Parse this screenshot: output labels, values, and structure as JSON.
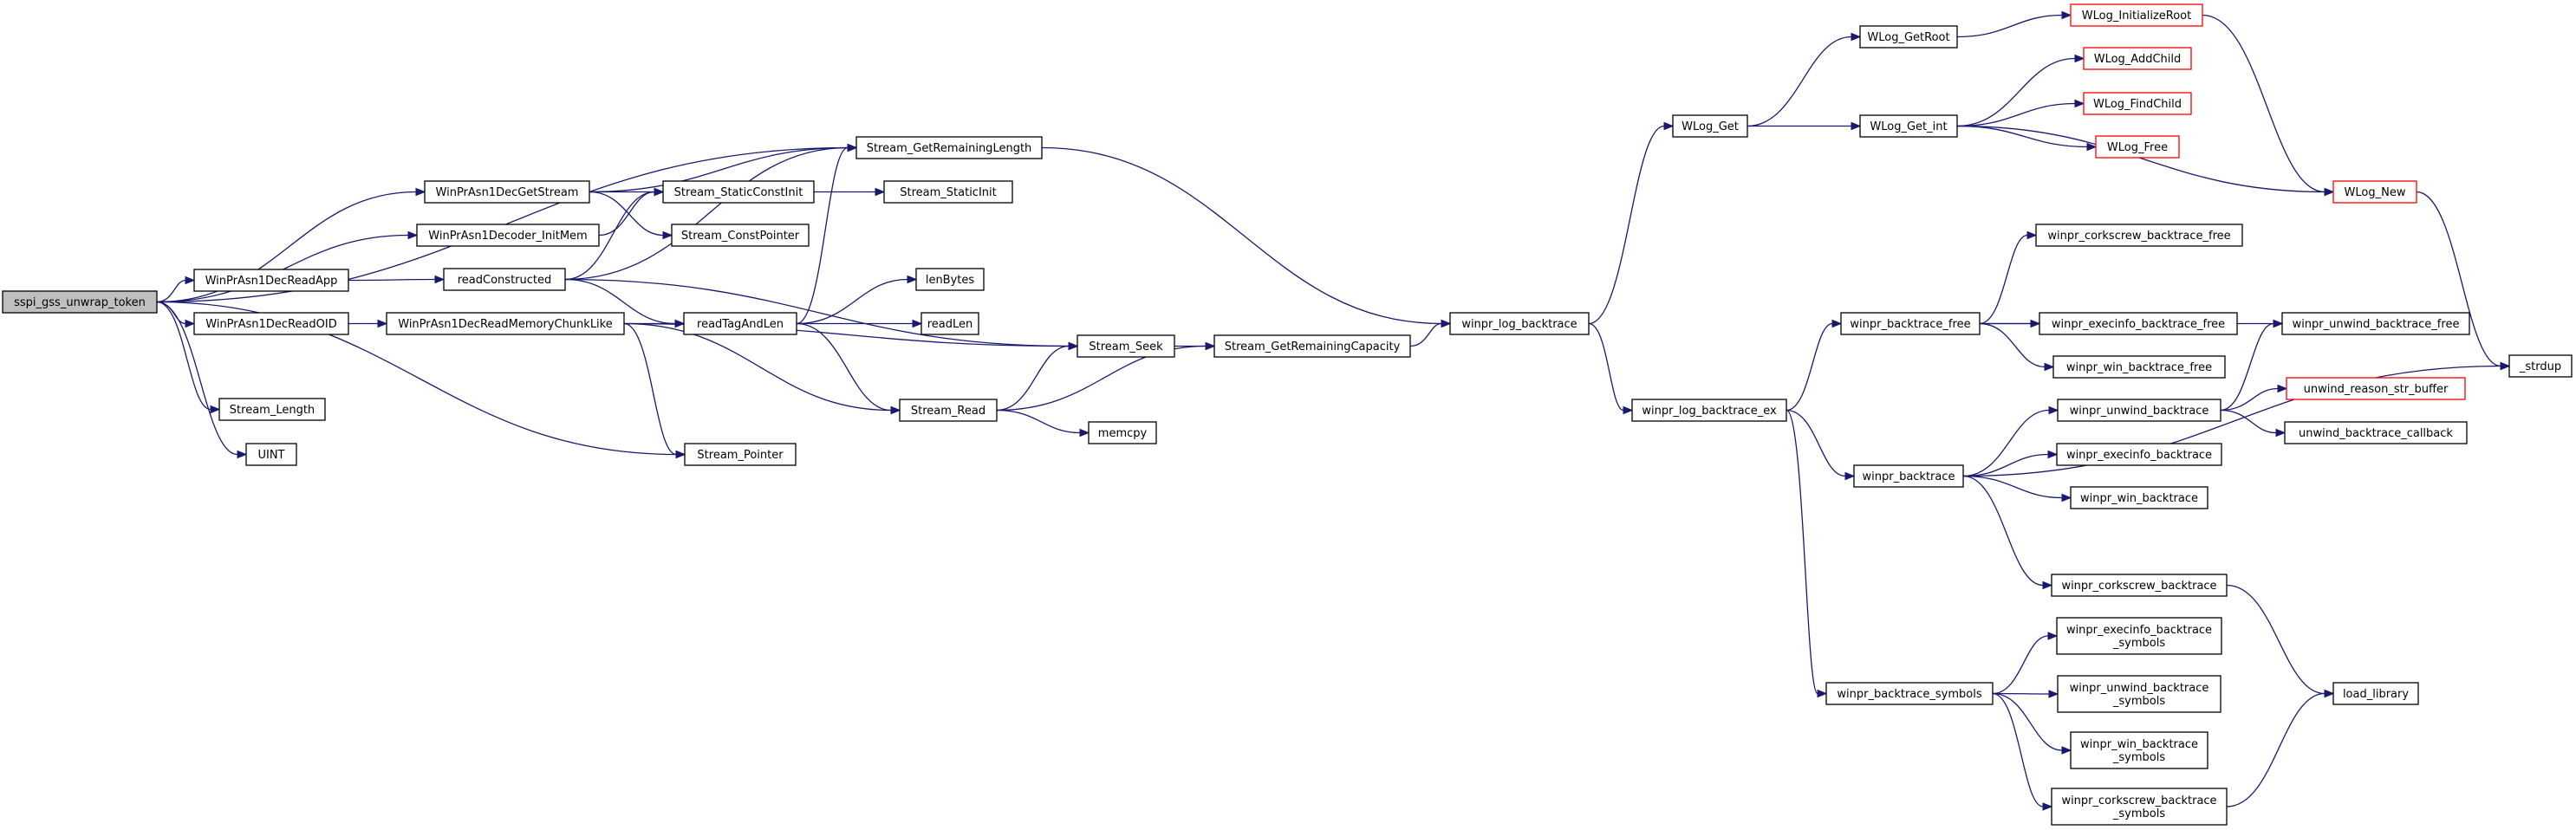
{
  "colors": {
    "edge": "#191970",
    "node_border": "#000000",
    "node_border_truncated": "#ff0000",
    "root_fill": "#bfbfbf",
    "node_fill": "#ffffff"
  },
  "nodes": [
    {
      "id": "sspi_gss_unwrap_token",
      "lines": [
        "sspi_gss_unwrap_token"
      ],
      "root": true
    },
    {
      "id": "Stream_GetRemainingLength",
      "lines": [
        "Stream_GetRemainingLength"
      ]
    },
    {
      "id": "WinPrAsn1DecGetStream",
      "lines": [
        "WinPrAsn1DecGetStream"
      ]
    },
    {
      "id": "WinPrAsn1Decoder_InitMem",
      "lines": [
        "WinPrAsn1Decoder_InitMem"
      ]
    },
    {
      "id": "WinPrAsn1DecReadApp",
      "lines": [
        "WinPrAsn1DecReadApp"
      ]
    },
    {
      "id": "WinPrAsn1DecReadOID",
      "lines": [
        "WinPrAsn1DecReadOID"
      ]
    },
    {
      "id": "Stream_Length",
      "lines": [
        "Stream_Length"
      ]
    },
    {
      "id": "UINT",
      "lines": [
        "UINT"
      ]
    },
    {
      "id": "Stream_StaticConstInit",
      "lines": [
        "Stream_StaticConstInit"
      ]
    },
    {
      "id": "Stream_ConstPointer",
      "lines": [
        "Stream_ConstPointer"
      ]
    },
    {
      "id": "readConstructed",
      "lines": [
        "readConstructed"
      ]
    },
    {
      "id": "WinPrAsn1DecReadMemoryChunkLike",
      "lines": [
        "WinPrAsn1DecReadMemoryChunkLike"
      ]
    },
    {
      "id": "readTagAndLen",
      "lines": [
        "readTagAndLen"
      ]
    },
    {
      "id": "Stream_Pointer",
      "lines": [
        "Stream_Pointer"
      ]
    },
    {
      "id": "Stream_StaticInit",
      "lines": [
        "Stream_StaticInit"
      ]
    },
    {
      "id": "lenBytes",
      "lines": [
        "lenBytes"
      ]
    },
    {
      "id": "readLen",
      "lines": [
        "readLen"
      ]
    },
    {
      "id": "Stream_Seek",
      "lines": [
        "Stream_Seek"
      ]
    },
    {
      "id": "Stream_Read",
      "lines": [
        "Stream_Read"
      ]
    },
    {
      "id": "memcpy",
      "lines": [
        "memcpy"
      ]
    },
    {
      "id": "Stream_GetRemainingCapacity",
      "lines": [
        "Stream_GetRemainingCapacity"
      ]
    },
    {
      "id": "winpr_log_backtrace",
      "lines": [
        "winpr_log_backtrace"
      ]
    },
    {
      "id": "WLog_Get",
      "lines": [
        "WLog_Get"
      ]
    },
    {
      "id": "winpr_log_backtrace_ex",
      "lines": [
        "winpr_log_backtrace_ex"
      ]
    },
    {
      "id": "WLog_GetRoot",
      "lines": [
        "WLog_GetRoot"
      ]
    },
    {
      "id": "WLog_Get_int",
      "lines": [
        "WLog_Get_int"
      ]
    },
    {
      "id": "winpr_backtrace_free",
      "lines": [
        "winpr_backtrace_free"
      ]
    },
    {
      "id": "winpr_backtrace",
      "lines": [
        "winpr_backtrace"
      ]
    },
    {
      "id": "winpr_backtrace_symbols",
      "lines": [
        "winpr_backtrace_symbols"
      ]
    },
    {
      "id": "WLog_InitializeRoot",
      "lines": [
        "WLog_InitializeRoot"
      ],
      "truncated": true
    },
    {
      "id": "WLog_AddChild",
      "lines": [
        "WLog_AddChild"
      ],
      "truncated": true
    },
    {
      "id": "WLog_FindChild",
      "lines": [
        "WLog_FindChild"
      ],
      "truncated": true
    },
    {
      "id": "WLog_Free",
      "lines": [
        "WLog_Free"
      ],
      "truncated": true
    },
    {
      "id": "WLog_New",
      "lines": [
        "WLog_New"
      ],
      "truncated": true
    },
    {
      "id": "winpr_corkscrew_backtrace_free",
      "lines": [
        "winpr_corkscrew_backtrace_free"
      ]
    },
    {
      "id": "winpr_execinfo_backtrace_free",
      "lines": [
        "winpr_execinfo_backtrace_free"
      ]
    },
    {
      "id": "winpr_win_backtrace_free",
      "lines": [
        "winpr_win_backtrace_free"
      ]
    },
    {
      "id": "winpr_unwind_backtrace_free",
      "lines": [
        "winpr_unwind_backtrace_free"
      ]
    },
    {
      "id": "winpr_unwind_backtrace",
      "lines": [
        "winpr_unwind_backtrace"
      ]
    },
    {
      "id": "winpr_execinfo_backtrace",
      "lines": [
        "winpr_execinfo_backtrace"
      ]
    },
    {
      "id": "winpr_win_backtrace",
      "lines": [
        "winpr_win_backtrace"
      ]
    },
    {
      "id": "winpr_corkscrew_backtrace",
      "lines": [
        "winpr_corkscrew_backtrace"
      ]
    },
    {
      "id": "winpr_execinfo_backtrace_symbols",
      "lines": [
        "winpr_execinfo_backtrace",
        "_symbols"
      ]
    },
    {
      "id": "winpr_unwind_backtrace_symbols",
      "lines": [
        "winpr_unwind_backtrace",
        "_symbols"
      ]
    },
    {
      "id": "winpr_win_backtrace_symbols",
      "lines": [
        "winpr_win_backtrace",
        "_symbols"
      ]
    },
    {
      "id": "winpr_corkscrew_backtrace_symbols",
      "lines": [
        "winpr_corkscrew_backtrace",
        "_symbols"
      ]
    },
    {
      "id": "unwind_reason_str_buffer",
      "lines": [
        "unwind_reason_str_buffer"
      ],
      "truncated": true
    },
    {
      "id": "unwind_backtrace_callback",
      "lines": [
        "unwind_backtrace_callback"
      ]
    },
    {
      "id": "_strdup",
      "lines": [
        "_strdup"
      ]
    },
    {
      "id": "load_library",
      "lines": [
        "load_library"
      ]
    }
  ],
  "edges": [
    [
      "sspi_gss_unwrap_token",
      "Stream_GetRemainingLength"
    ],
    [
      "sspi_gss_unwrap_token",
      "WinPrAsn1DecGetStream"
    ],
    [
      "sspi_gss_unwrap_token",
      "WinPrAsn1Decoder_InitMem"
    ],
    [
      "sspi_gss_unwrap_token",
      "WinPrAsn1DecReadApp"
    ],
    [
      "sspi_gss_unwrap_token",
      "WinPrAsn1DecReadOID"
    ],
    [
      "sspi_gss_unwrap_token",
      "Stream_Length"
    ],
    [
      "sspi_gss_unwrap_token",
      "UINT"
    ],
    [
      "sspi_gss_unwrap_token",
      "Stream_Pointer"
    ],
    [
      "WinPrAsn1DecGetStream",
      "Stream_GetRemainingLength"
    ],
    [
      "WinPrAsn1DecGetStream",
      "Stream_StaticConstInit"
    ],
    [
      "WinPrAsn1DecGetStream",
      "Stream_ConstPointer"
    ],
    [
      "WinPrAsn1Decoder_InitMem",
      "Stream_StaticConstInit"
    ],
    [
      "WinPrAsn1DecReadApp",
      "readConstructed"
    ],
    [
      "WinPrAsn1DecReadOID",
      "WinPrAsn1DecReadMemoryChunkLike"
    ],
    [
      "readConstructed",
      "Stream_StaticConstInit"
    ],
    [
      "readConstructed",
      "Stream_GetRemainingLength"
    ],
    [
      "readConstructed",
      "Stream_Seek"
    ],
    [
      "readConstructed",
      "readTagAndLen"
    ],
    [
      "WinPrAsn1DecReadMemoryChunkLike",
      "readTagAndLen"
    ],
    [
      "WinPrAsn1DecReadMemoryChunkLike",
      "Stream_Seek"
    ],
    [
      "WinPrAsn1DecReadMemoryChunkLike",
      "Stream_Read"
    ],
    [
      "WinPrAsn1DecReadMemoryChunkLike",
      "Stream_Pointer"
    ],
    [
      "Stream_StaticConstInit",
      "Stream_StaticInit"
    ],
    [
      "readTagAndLen",
      "Stream_GetRemainingLength"
    ],
    [
      "readTagAndLen",
      "lenBytes"
    ],
    [
      "readTagAndLen",
      "readLen"
    ],
    [
      "readTagAndLen",
      "Stream_Read"
    ],
    [
      "Stream_Read",
      "Stream_Seek"
    ],
    [
      "Stream_Read",
      "Stream_GetRemainingCapacity"
    ],
    [
      "Stream_Read",
      "memcpy"
    ],
    [
      "Stream_Seek",
      "Stream_GetRemainingCapacity"
    ],
    [
      "Stream_GetRemainingLength",
      "winpr_log_backtrace"
    ],
    [
      "Stream_GetRemainingCapacity",
      "winpr_log_backtrace"
    ],
    [
      "winpr_log_backtrace",
      "WLog_Get"
    ],
    [
      "winpr_log_backtrace",
      "winpr_log_backtrace_ex"
    ],
    [
      "WLog_Get",
      "WLog_GetRoot"
    ],
    [
      "WLog_Get",
      "WLog_Get_int"
    ],
    [
      "WLog_GetRoot",
      "WLog_InitializeRoot"
    ],
    [
      "WLog_InitializeRoot",
      "WLog_New"
    ],
    [
      "WLog_Get_int",
      "WLog_AddChild"
    ],
    [
      "WLog_Get_int",
      "WLog_FindChild"
    ],
    [
      "WLog_Get_int",
      "WLog_Free"
    ],
    [
      "WLog_Get_int",
      "WLog_New"
    ],
    [
      "WLog_New",
      "_strdup"
    ],
    [
      "winpr_log_backtrace_ex",
      "winpr_backtrace_free"
    ],
    [
      "winpr_log_backtrace_ex",
      "winpr_backtrace"
    ],
    [
      "winpr_log_backtrace_ex",
      "winpr_backtrace_symbols"
    ],
    [
      "winpr_backtrace_free",
      "winpr_corkscrew_backtrace_free"
    ],
    [
      "winpr_backtrace_free",
      "winpr_execinfo_backtrace_free"
    ],
    [
      "winpr_backtrace_free",
      "winpr_win_backtrace_free"
    ],
    [
      "winpr_backtrace_free",
      "winpr_unwind_backtrace_free"
    ],
    [
      "winpr_backtrace",
      "winpr_unwind_backtrace"
    ],
    [
      "winpr_backtrace",
      "winpr_execinfo_backtrace"
    ],
    [
      "winpr_backtrace",
      "winpr_win_backtrace"
    ],
    [
      "winpr_backtrace",
      "winpr_corkscrew_backtrace"
    ],
    [
      "winpr_backtrace",
      "_strdup"
    ],
    [
      "winpr_unwind_backtrace",
      "winpr_unwind_backtrace_free"
    ],
    [
      "winpr_unwind_backtrace",
      "unwind_reason_str_buffer"
    ],
    [
      "winpr_unwind_backtrace",
      "unwind_backtrace_callback"
    ],
    [
      "winpr_corkscrew_backtrace",
      "load_library"
    ],
    [
      "winpr_backtrace_symbols",
      "winpr_execinfo_backtrace_symbols"
    ],
    [
      "winpr_backtrace_symbols",
      "winpr_unwind_backtrace_symbols"
    ],
    [
      "winpr_backtrace_symbols",
      "winpr_win_backtrace_symbols"
    ],
    [
      "winpr_backtrace_symbols",
      "winpr_corkscrew_backtrace_symbols"
    ],
    [
      "winpr_corkscrew_backtrace_symbols",
      "load_library"
    ]
  ]
}
